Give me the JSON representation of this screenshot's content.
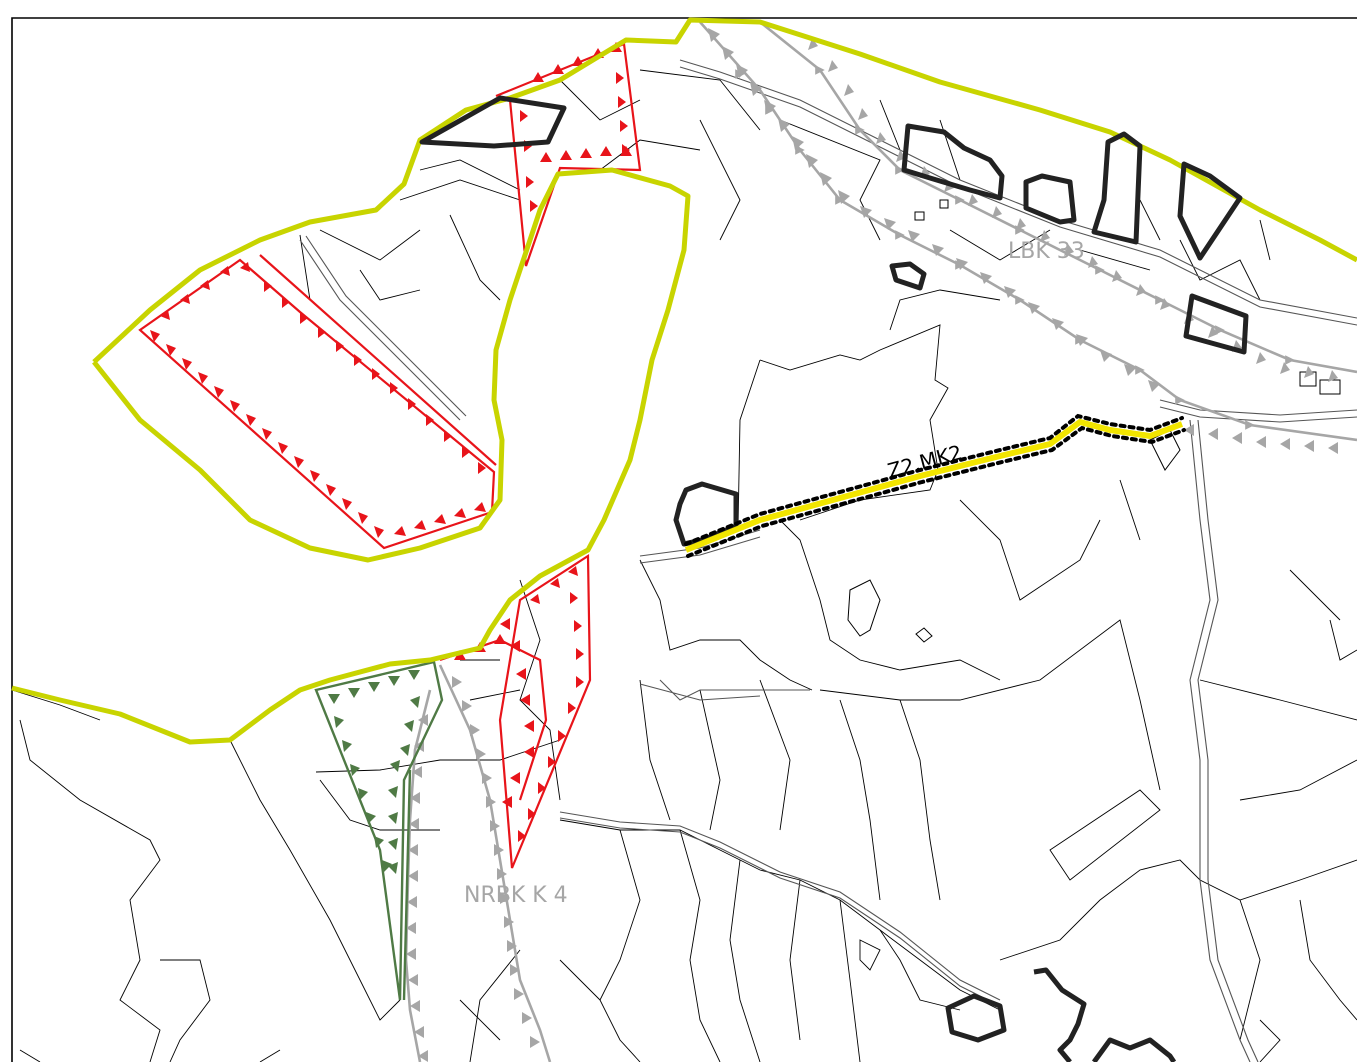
{
  "labels": {
    "corridor_east": "LBK 33",
    "corridor_south": "NRBK K 4",
    "path": "Z2.MK2"
  },
  "colors": {
    "zone_boundary": "#c8d400",
    "protection_red": "#e8141a",
    "protection_green": "#4f7a45",
    "corridor_gray": "#a6a6a6",
    "building_outline": "#222222",
    "path_yellow": "#f2e500",
    "parcel_line": "#000000"
  }
}
